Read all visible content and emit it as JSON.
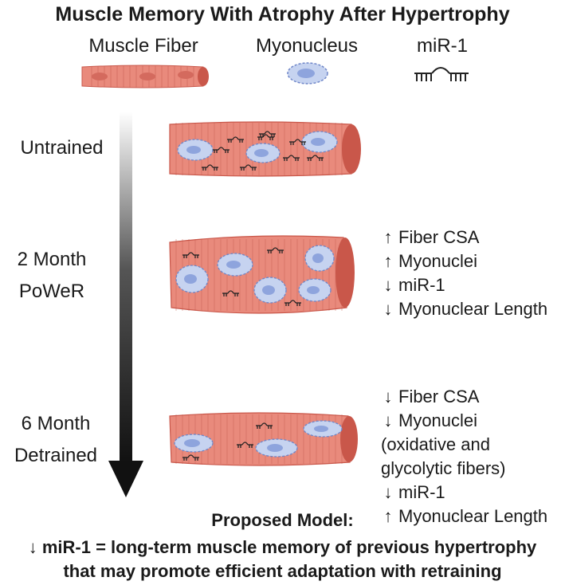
{
  "title": "Muscle Memory With Atrophy After Hypertrophy",
  "legend": {
    "fiber_label": "Muscle Fiber",
    "myonucleus_label": "Myonucleus",
    "mir_label": "miR-1",
    "fiber_icon": "muscle-fiber-icon",
    "myonucleus_icon": "myonucleus-icon",
    "mir_icon": "mir-1-icon"
  },
  "stages": [
    {
      "label_lines": [
        "Untrained"
      ]
    },
    {
      "label_lines": [
        "2 Month",
        "PoWeR"
      ]
    },
    {
      "label_lines": [
        "6 Month",
        "Detrained"
      ]
    }
  ],
  "effects_power": [
    {
      "arrow": "↑",
      "text": "Fiber CSA"
    },
    {
      "arrow": "↑",
      "text": "Myonuclei"
    },
    {
      "arrow": "↓",
      "text": "miR-1"
    },
    {
      "arrow": "↓",
      "text": "Myonuclear Length"
    }
  ],
  "effects_detrained": [
    {
      "arrow": "↓",
      "text": "Fiber CSA"
    },
    {
      "arrow": "↓",
      "text": "Myonuclei"
    },
    {
      "note": "(oxidative and glycolytic fibers)"
    },
    {
      "arrow": "↓",
      "text": "miR-1"
    },
    {
      "arrow": "↑",
      "text": "Myonuclear Length"
    }
  ],
  "model": {
    "heading": "Proposed Model:",
    "line1": "↓ miR-1 = long-term muscle memory of previous hypertrophy",
    "line2": "that may promote efficient adaptation with retraining"
  },
  "colors": {
    "fiber": "#e98a7c",
    "fiber_dark": "#c9574a",
    "fiber_stripe": "#c0564a",
    "nucleus": "#c6d3f0",
    "nucleus_edge": "#6f86c8",
    "nucleolus": "#8ea4dd",
    "mir": "#222222"
  }
}
